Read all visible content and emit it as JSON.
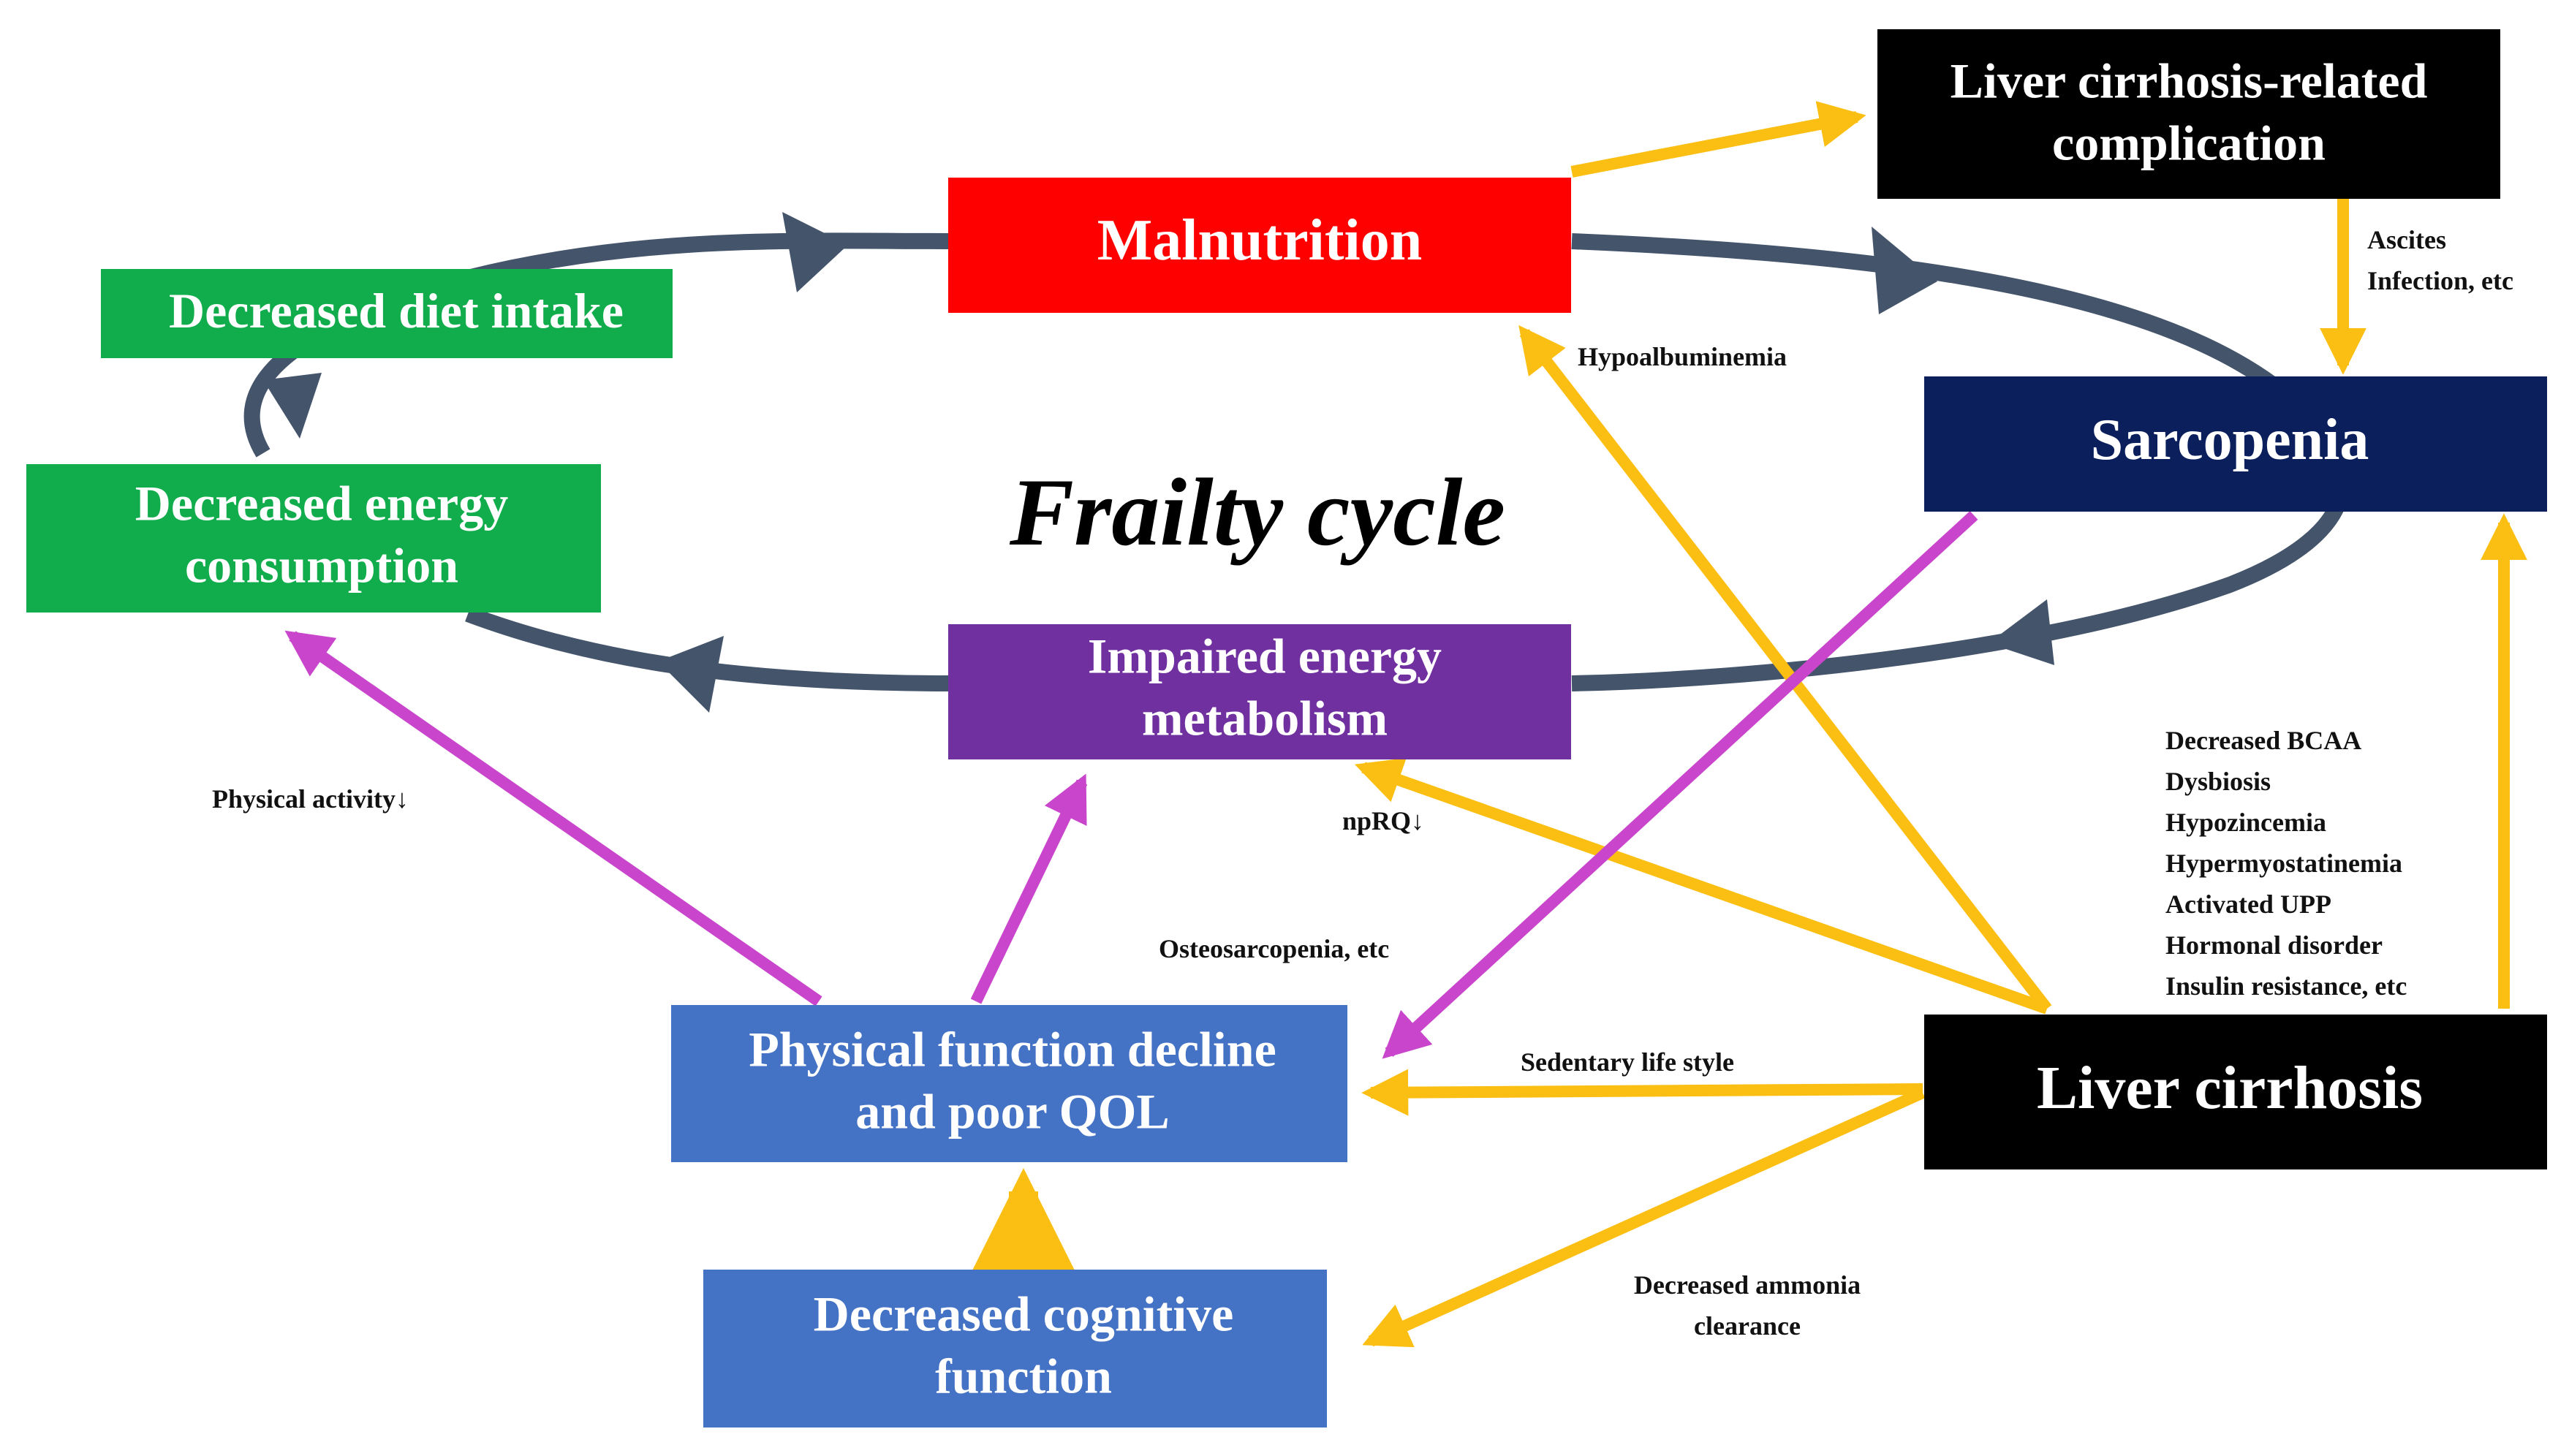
{
  "title": "Frailty cycle",
  "colors": {
    "cycle": "#44546a",
    "yellow_arrow": "#fbbf13",
    "magenta_arrow": "#c845cc",
    "malnutrition": "#ff0000",
    "green": "#11ad4c",
    "purple": "#7030a0",
    "navy": "#0b1f5c",
    "blue": "#4472c4",
    "black": "#000000"
  },
  "nodes": {
    "malnutrition": {
      "lines": [
        "Malnutrition"
      ]
    },
    "diet_intake": {
      "lines": [
        "Decreased diet intake"
      ]
    },
    "energy_consumption": {
      "lines": [
        "Decreased energy",
        "consumption"
      ]
    },
    "impaired_energy": {
      "lines": [
        "Impaired energy",
        "metabolism"
      ]
    },
    "sarcopenia": {
      "lines": [
        "Sarcopenia"
      ]
    },
    "complication": {
      "lines": [
        "Liver cirrhosis-related",
        "complication"
      ]
    },
    "liver_cirrhosis": {
      "lines": [
        "Liver cirrhosis"
      ]
    },
    "physical_function": {
      "lines": [
        "Physical function decline",
        "and poor QOL"
      ]
    },
    "cognitive": {
      "lines": [
        "Decreased cognitive",
        "function"
      ]
    }
  },
  "annotations": {
    "ascites": [
      "Ascites",
      "Infection, etc"
    ],
    "hypoalbuminemia": [
      "Hypoalbuminemia"
    ],
    "physical_activity": [
      "Physical activity↓"
    ],
    "nprq": [
      "npRQ↓"
    ],
    "osteosarcopenia": [
      "Osteosarcopenia, etc"
    ],
    "sedentary": [
      "Sedentary life style"
    ],
    "ammonia": [
      "Decreased ammonia",
      "clearance"
    ],
    "cirrhosis_factors": [
      "Decreased BCAA",
      "Dysbiosis",
      "Hypozincemia",
      "Hypermyostatinemia",
      "Activated UPP",
      "Hormonal disorder",
      "Insulin resistance, etc"
    ]
  }
}
